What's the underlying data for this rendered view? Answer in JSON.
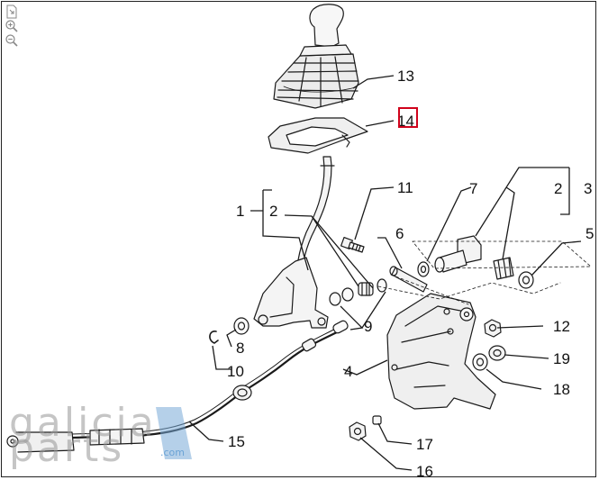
{
  "toolbar": {
    "tools": [
      {
        "name": "fit-page-icon"
      },
      {
        "name": "zoom-in-icon"
      },
      {
        "name": "zoom-out-icon"
      }
    ]
  },
  "callouts": {
    "c1": "1",
    "c2a": "2",
    "c2b": "2",
    "c3": "3",
    "c4": "4",
    "c5": "5",
    "c6": "6",
    "c7": "7",
    "c8": "8",
    "c9": "9",
    "c10": "10",
    "c11": "11",
    "c12": "12",
    "c13": "13",
    "c14": "14",
    "c15": "15",
    "c16": "16",
    "c17": "17",
    "c18": "18",
    "c19": "19"
  },
  "highlight": {
    "color": "#d0021b"
  },
  "watermark": {
    "line1": "galicia",
    "line2": "parts",
    "domain": ".com"
  }
}
